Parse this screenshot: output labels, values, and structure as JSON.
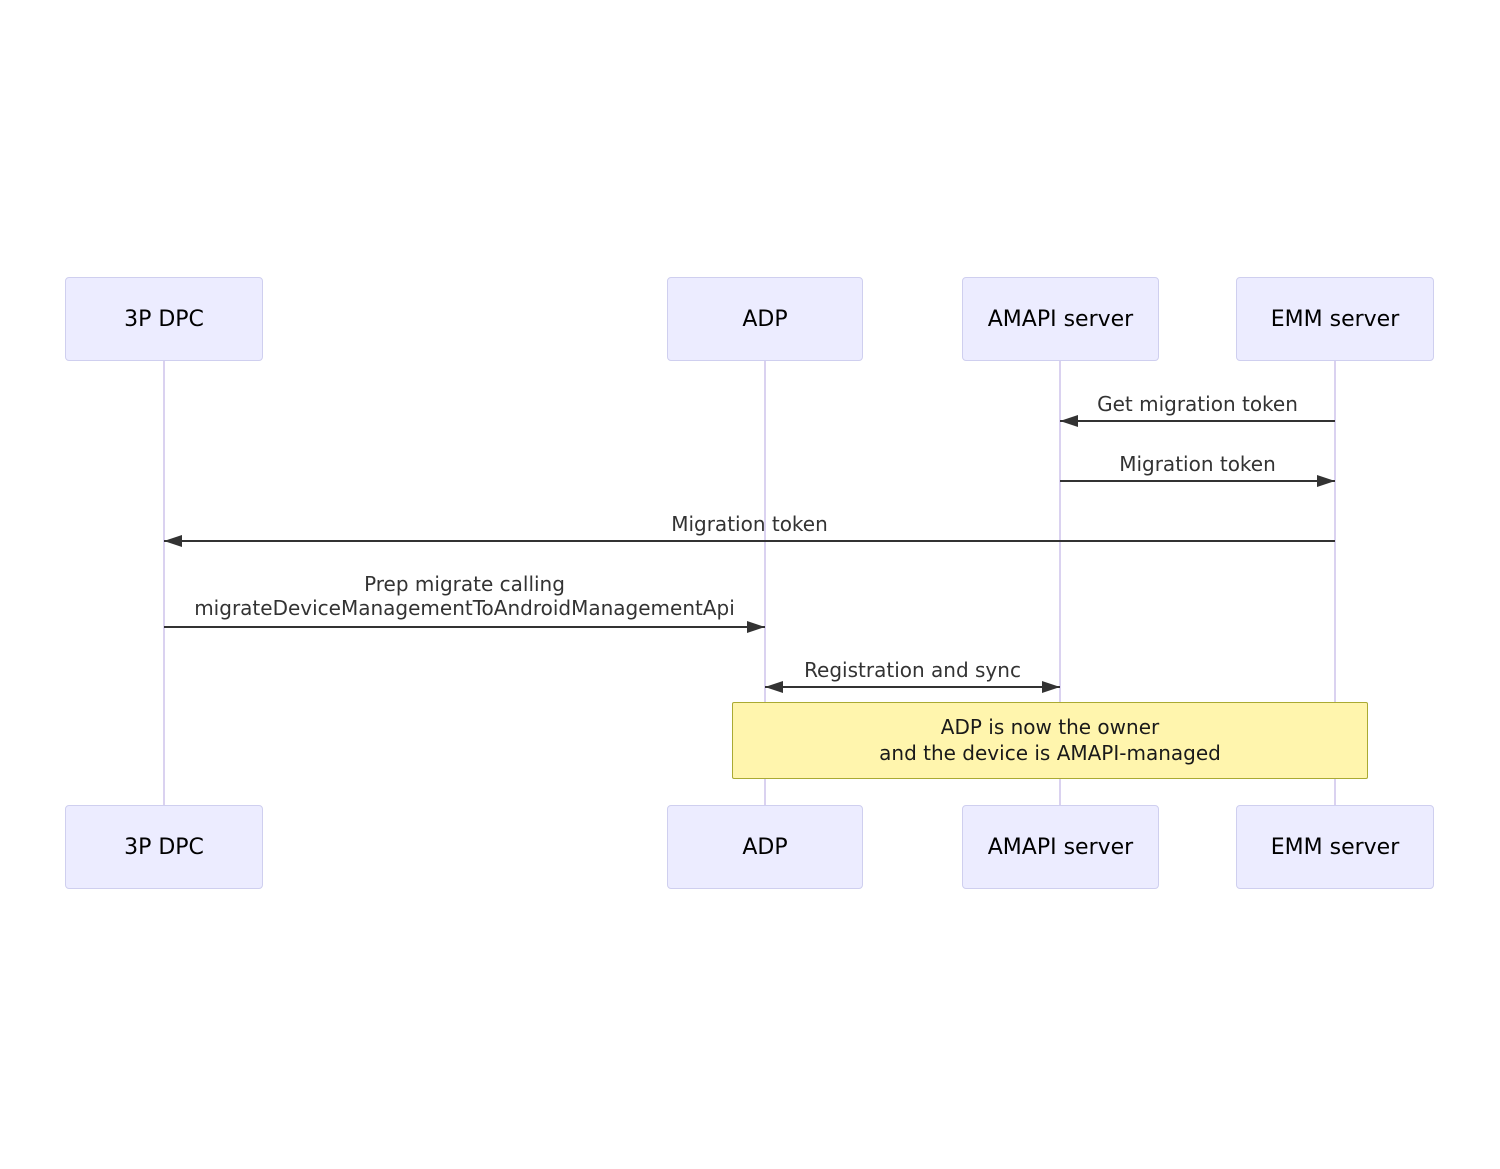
{
  "diagram": {
    "type": "sequence",
    "actors": [
      {
        "label": "3P DPC"
      },
      {
        "label": "ADP"
      },
      {
        "label": "AMAPI server"
      },
      {
        "label": "EMM server"
      }
    ],
    "messages": [
      {
        "from": "EMM server",
        "to": "AMAPI server",
        "arrow": "left",
        "label": "Get migration token"
      },
      {
        "from": "AMAPI server",
        "to": "EMM server",
        "arrow": "right",
        "label": "Migration token"
      },
      {
        "from": "EMM server",
        "to": "3P DPC",
        "arrow": "left",
        "label": "Migration token"
      },
      {
        "from": "3P DPC",
        "to": "ADP",
        "arrow": "right",
        "label_lines": [
          "Prep migrate calling",
          "migrateDeviceManagementToAndroidManagementApi"
        ]
      },
      {
        "from": "ADP",
        "to": "AMAPI server",
        "arrow": "both",
        "label": "Registration and sync"
      }
    ],
    "note": {
      "lines": [
        "ADP is now the owner",
        "and the device is AMAPI-managed"
      ]
    },
    "colors": {
      "actor_fill": "#ECECFF",
      "actor_border": "#CFCFEF",
      "lifeline": "#DAD2F0",
      "arrow": "#333333",
      "message_text": "#333333",
      "note_fill": "#FFF5AD",
      "note_border": "#AAAA33"
    }
  }
}
